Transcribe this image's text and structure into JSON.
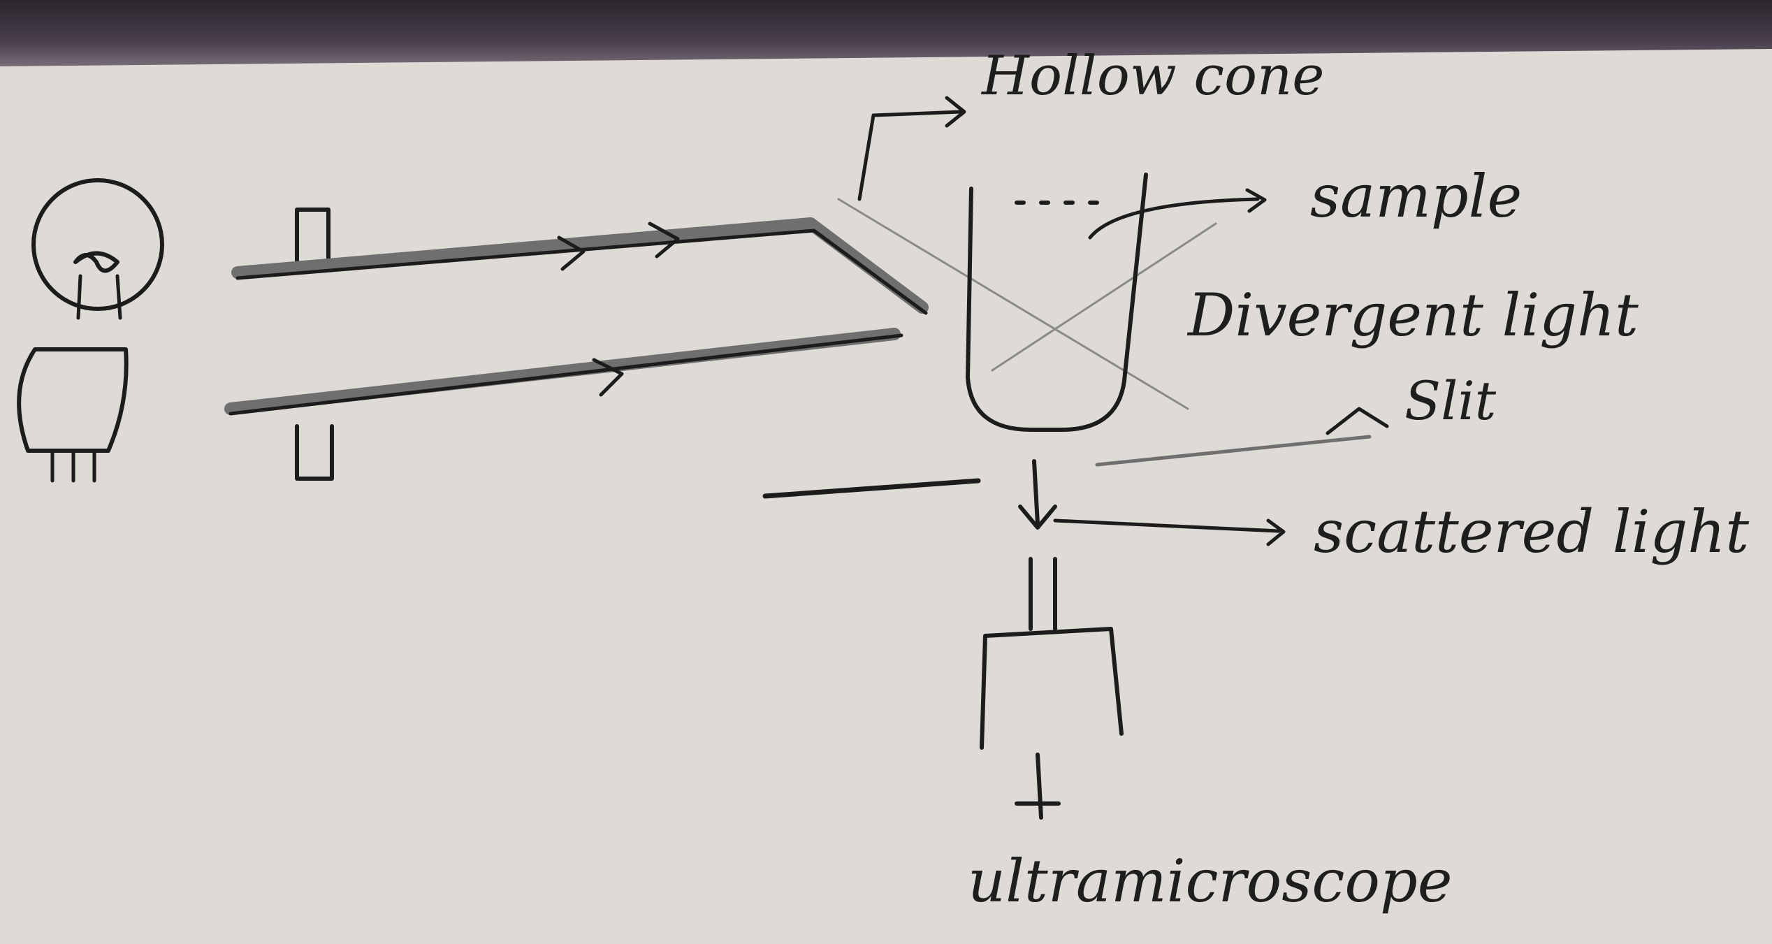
{
  "labels": {
    "hollow_cone": "Hollow cone",
    "sample": "sample",
    "divergent_light": "Divergent light",
    "slit": "Slit",
    "scattered_light": "scattered light",
    "ultramicroscope": "ultramicroscope"
  },
  "colors": {
    "paper": "#dcd8d4",
    "ink": "#1c1c1c",
    "pencil": "#6f6f6f"
  }
}
